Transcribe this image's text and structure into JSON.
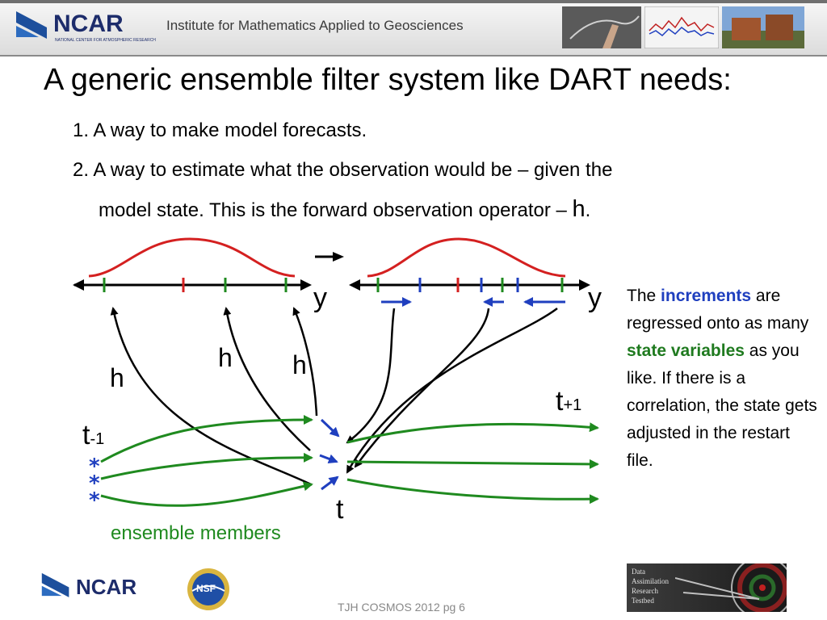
{
  "header": {
    "logo_text": "NCAR",
    "logo_subtitle": "NATIONAL CENTER FOR ATMOSPHERIC RESEARCH",
    "institute": "Institute for Mathematics Applied to Geosciences"
  },
  "slide": {
    "title": "A generic ensemble filter system like DART needs:",
    "items": [
      "1. A way to make model forecasts.",
      "2. A way to estimate what the observation would be – given the",
      "model state. This is the forward observation operator – "
    ],
    "h_symbol": "h",
    "period": "."
  },
  "sidebar": {
    "text_1": "The ",
    "increments": "increments",
    "text_2": " are regressed onto as many ",
    "state_variables": "state variables",
    "text_3": " as you like. If there is a correlation, the state gets adjusted in the restart file."
  },
  "diagram": {
    "y_left": "y",
    "y_right": "y",
    "h1": "h",
    "h2": "h",
    "h3": "h",
    "t_minus": "t",
    "t_minus_sub": "-1",
    "t_plus": "t",
    "t_plus_sub": "+1",
    "t_now": "t",
    "stars": [
      "*",
      "*",
      "*"
    ],
    "ensemble_label": "ensemble members",
    "colors": {
      "green": "#1f8a1f",
      "red": "#d42020",
      "blue": "#1f3fbf",
      "black": "#000000"
    }
  },
  "footer": {
    "logo_text": "NCAR",
    "nsf": "NSF",
    "dart_lines": [
      "Data",
      "Assimilation",
      "Research",
      "Testbed"
    ],
    "page": "TJH COSMOS 2012 pg 6"
  }
}
